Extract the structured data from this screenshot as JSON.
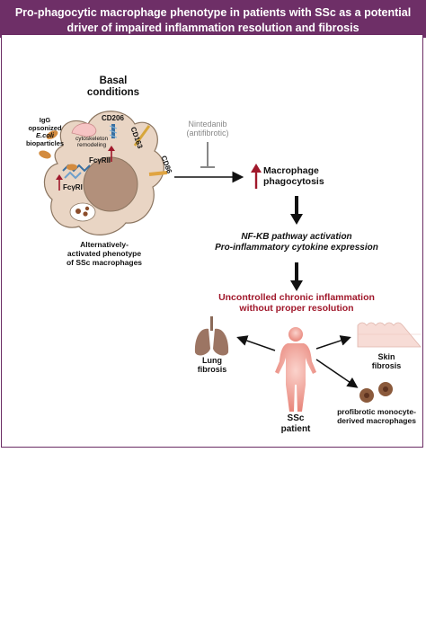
{
  "banner": {
    "line1": "Pro-phagocytic macrophage phenotype in patients with SSc as a potential",
    "line2": "driver of impaired inflammation resolution and fibrosis"
  },
  "cell": {
    "basal_l1": "Basal",
    "basal_l2": "conditions",
    "cd206": "CD206",
    "cd163": "CD163",
    "cd86": "CD86",
    "cytoskeleton_l1": "cytoskeleton",
    "cytoskeleton_l2": "remodeling",
    "fcyri": "FcγRI",
    "fcyrii": "FcγRII",
    "igg_l1": "IgG",
    "igg_l2": "opsonized",
    "igg_l3": "E.coli",
    "igg_l4": "bioparticles",
    "phenotype_l1": "Alternatively-",
    "phenotype_l2": "activated phenotype",
    "phenotype_l3": "of SSc macrophages"
  },
  "drug": {
    "l1": "Nintedanib",
    "l2": "(antifibrotic)"
  },
  "phagocytosis": {
    "l1": "Macrophage",
    "l2": "phagocytosis"
  },
  "nfkb": {
    "l1": "NF-KB pathway activation",
    "l2": "Pro-inflammatory cytokine expression"
  },
  "inflammation": {
    "l1": "Uncontrolled chronic inflammation",
    "l2": "without proper resolution"
  },
  "outcomes": {
    "lung_l1": "Lung",
    "lung_l2": "fibrosis",
    "skin_l1": "Skin",
    "skin_l2": "fibrosis",
    "mono_l1": "profibrotic monocyte-",
    "mono_l2": "derived macrophages",
    "patient_l1": "SSc",
    "patient_l2": "patient"
  },
  "colors": {
    "banner": "#6e2f67",
    "inflammation_text": "#a0182b",
    "up_arrow": "#a0182b"
  }
}
